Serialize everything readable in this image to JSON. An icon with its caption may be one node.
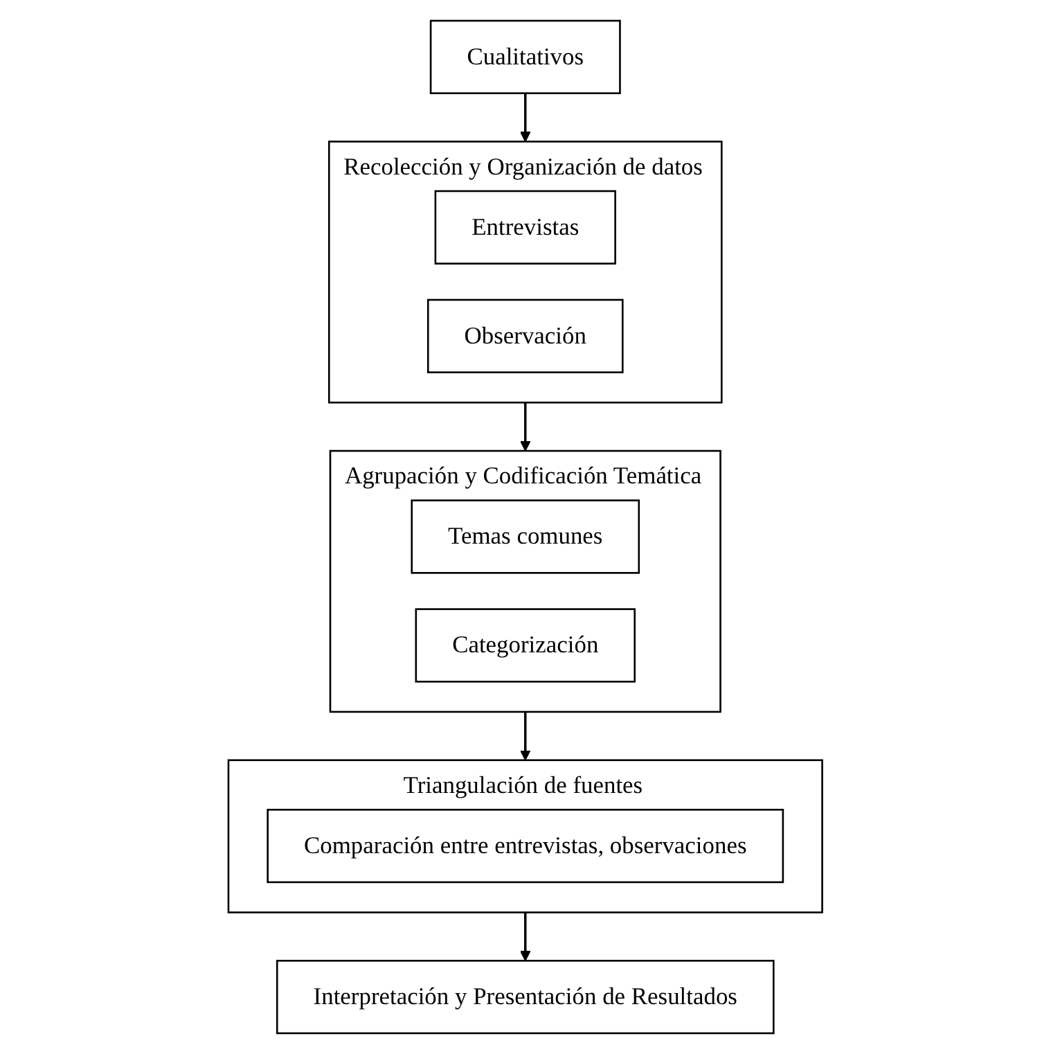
{
  "diagram": {
    "nodes": [
      {
        "text": [
          "Cualitativos"
        ]
      },
      {
        "text": [
          "Recolección y Organización de datos"
        ]
      },
      {
        "text": [
          "Entrevistas"
        ],
        "in": 1
      },
      {
        "text": [
          "Observación"
        ],
        "in": 1
      },
      {
        "text": [
          "Agrupación y Codificación Temática"
        ]
      },
      {
        "text": [
          "Temas comunes"
        ],
        "in": 4
      },
      {
        "text": [
          "Categorización"
        ],
        "in": 4
      },
      {
        "text": [
          "Triangulación de fuentes"
        ]
      },
      {
        "text": [
          "Comparación entre entrevistas, observaciones"
        ],
        "in": 7
      },
      {
        "text": [
          "Interpretación y Presentación de Resultados"
        ]
      }
    ],
    "edges": [
      {
        "from": 0,
        "to": 1,
        "arrow": "to"
      },
      {
        "from": 1,
        "to": 4,
        "arrow": "to"
      },
      {
        "from": 4,
        "to": 7,
        "arrow": "to"
      },
      {
        "from": 7,
        "to": 9,
        "arrow": "to"
      }
    ]
  }
}
